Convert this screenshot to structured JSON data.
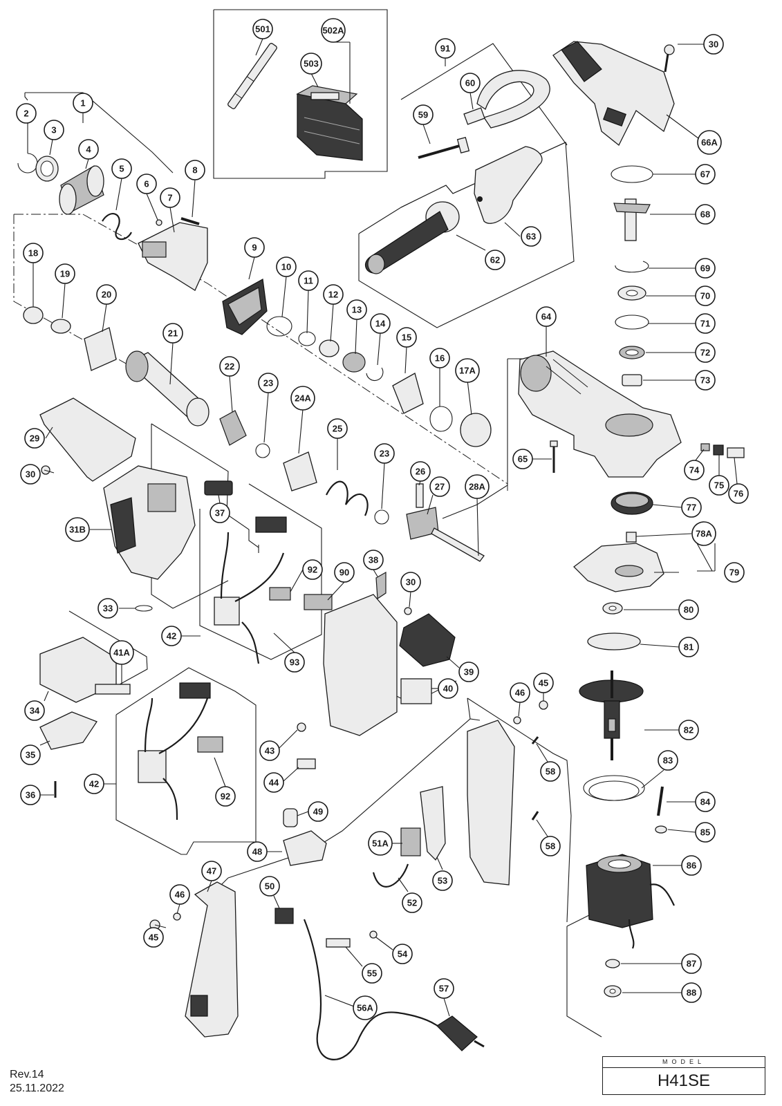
{
  "callouts": [
    {
      "id": "c501",
      "label": "501"
    },
    {
      "id": "c502A",
      "label": "502A"
    },
    {
      "id": "c503",
      "label": "503"
    },
    {
      "id": "c91",
      "label": "91"
    },
    {
      "id": "c60",
      "label": "60"
    },
    {
      "id": "c59",
      "label": "59"
    },
    {
      "id": "c63",
      "label": "63"
    },
    {
      "id": "c62",
      "label": "62"
    },
    {
      "id": "c30a",
      "label": "30"
    },
    {
      "id": "c66A",
      "label": "66A"
    },
    {
      "id": "c67",
      "label": "67"
    },
    {
      "id": "c68",
      "label": "68"
    },
    {
      "id": "c69",
      "label": "69"
    },
    {
      "id": "c70",
      "label": "70"
    },
    {
      "id": "c71",
      "label": "71"
    },
    {
      "id": "c72",
      "label": "72"
    },
    {
      "id": "c73",
      "label": "73"
    },
    {
      "id": "c64",
      "label": "64"
    },
    {
      "id": "c65",
      "label": "65"
    },
    {
      "id": "c74",
      "label": "74"
    },
    {
      "id": "c75",
      "label": "75"
    },
    {
      "id": "c76",
      "label": "76"
    },
    {
      "id": "c77",
      "label": "77"
    },
    {
      "id": "c78A",
      "label": "78A"
    },
    {
      "id": "c79",
      "label": "79"
    },
    {
      "id": "c80",
      "label": "80"
    },
    {
      "id": "c81",
      "label": "81"
    },
    {
      "id": "c82",
      "label": "82"
    },
    {
      "id": "c83",
      "label": "83"
    },
    {
      "id": "c84",
      "label": "84"
    },
    {
      "id": "c85",
      "label": "85"
    },
    {
      "id": "c86",
      "label": "86"
    },
    {
      "id": "c87",
      "label": "87"
    },
    {
      "id": "c88",
      "label": "88"
    },
    {
      "id": "c1",
      "label": "1"
    },
    {
      "id": "c2",
      "label": "2"
    },
    {
      "id": "c3",
      "label": "3"
    },
    {
      "id": "c4",
      "label": "4"
    },
    {
      "id": "c5",
      "label": "5"
    },
    {
      "id": "c6",
      "label": "6"
    },
    {
      "id": "c7",
      "label": "7"
    },
    {
      "id": "c8",
      "label": "8"
    },
    {
      "id": "c9",
      "label": "9"
    },
    {
      "id": "c10",
      "label": "10"
    },
    {
      "id": "c11",
      "label": "11"
    },
    {
      "id": "c12",
      "label": "12"
    },
    {
      "id": "c13",
      "label": "13"
    },
    {
      "id": "c14",
      "label": "14"
    },
    {
      "id": "c15",
      "label": "15"
    },
    {
      "id": "c16",
      "label": "16"
    },
    {
      "id": "c17A",
      "label": "17A"
    },
    {
      "id": "c18",
      "label": "18"
    },
    {
      "id": "c19",
      "label": "19"
    },
    {
      "id": "c20",
      "label": "20"
    },
    {
      "id": "c21",
      "label": "21"
    },
    {
      "id": "c22",
      "label": "22"
    },
    {
      "id": "c23a",
      "label": "23"
    },
    {
      "id": "c24A",
      "label": "24A"
    },
    {
      "id": "c25",
      "label": "25"
    },
    {
      "id": "c23b",
      "label": "23"
    },
    {
      "id": "c26",
      "label": "26"
    },
    {
      "id": "c27",
      "label": "27"
    },
    {
      "id": "c28A",
      "label": "28A"
    },
    {
      "id": "c29",
      "label": "29"
    },
    {
      "id": "c30b",
      "label": "30"
    },
    {
      "id": "c31B",
      "label": "31B"
    },
    {
      "id": "c37",
      "label": "37"
    },
    {
      "id": "c33",
      "label": "33"
    },
    {
      "id": "c90",
      "label": "90"
    },
    {
      "id": "c38",
      "label": "38"
    },
    {
      "id": "c30c",
      "label": "30"
    },
    {
      "id": "c92a",
      "label": "92"
    },
    {
      "id": "c42a",
      "label": "42"
    },
    {
      "id": "c93",
      "label": "93"
    },
    {
      "id": "c39",
      "label": "39"
    },
    {
      "id": "c40",
      "label": "40"
    },
    {
      "id": "c41A",
      "label": "41A"
    },
    {
      "id": "c34",
      "label": "34"
    },
    {
      "id": "c35",
      "label": "35"
    },
    {
      "id": "c36",
      "label": "36"
    },
    {
      "id": "c42b",
      "label": "42"
    },
    {
      "id": "c92b",
      "label": "92"
    },
    {
      "id": "c43",
      "label": "43"
    },
    {
      "id": "c44",
      "label": "44"
    },
    {
      "id": "c45a",
      "label": "45"
    },
    {
      "id": "c46a",
      "label": "46"
    },
    {
      "id": "c58a",
      "label": "58"
    },
    {
      "id": "c58b",
      "label": "58"
    },
    {
      "id": "c47",
      "label": "47"
    },
    {
      "id": "c49",
      "label": "49"
    },
    {
      "id": "c48",
      "label": "48"
    },
    {
      "id": "c51A",
      "label": "51A"
    },
    {
      "id": "c53",
      "label": "53"
    },
    {
      "id": "c52",
      "label": "52"
    },
    {
      "id": "c50",
      "label": "50"
    },
    {
      "id": "c45b",
      "label": "45"
    },
    {
      "id": "c46b",
      "label": "46"
    },
    {
      "id": "c54",
      "label": "54"
    },
    {
      "id": "c55",
      "label": "55"
    },
    {
      "id": "c56A",
      "label": "56A"
    },
    {
      "id": "c57",
      "label": "57"
    }
  ],
  "footer": {
    "revision": "Rev.14",
    "date": "25.11.2022"
  },
  "model": {
    "label": "MODEL",
    "name": "H41SE"
  }
}
